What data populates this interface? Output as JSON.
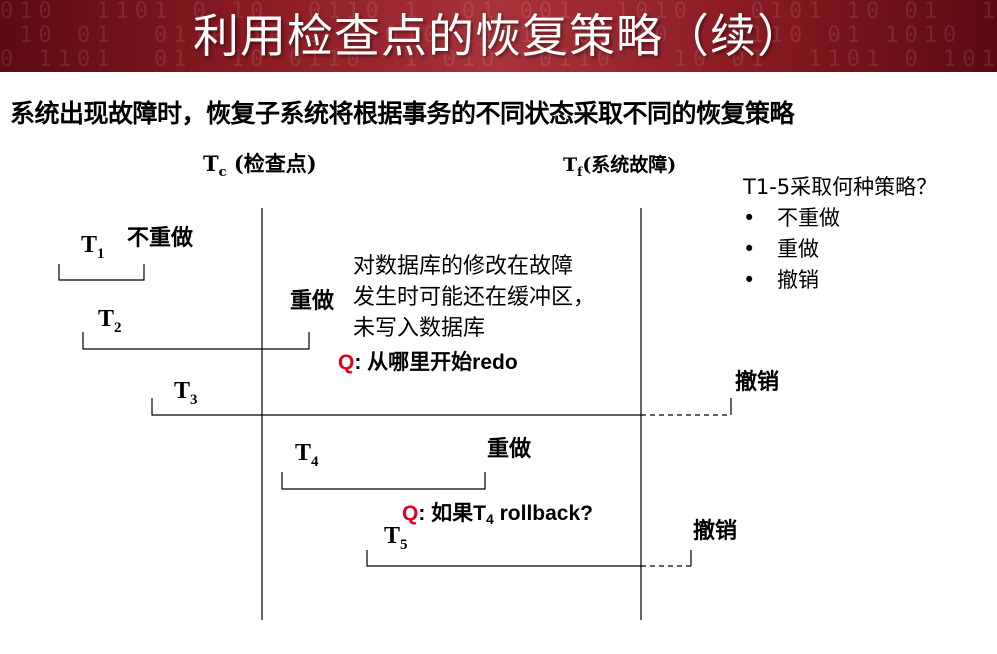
{
  "title": "利用检查点的恢复策略（续）",
  "subtitle": "系统出现故障时，恢复子系统将根据事务的不同状态采取不同的恢复策略",
  "checkpoint_label": {
    "main": "T",
    "sub": "c",
    "rest": " (检查点)"
  },
  "failure_label": {
    "main": "T",
    "sub": "f",
    "rest": "(系统故障)"
  },
  "transactions": [
    {
      "main": "T",
      "sub": "1",
      "action": "不重做"
    },
    {
      "main": "T",
      "sub": "2",
      "action": "重做"
    },
    {
      "main": "T",
      "sub": "3",
      "action": "撤销"
    },
    {
      "main": "T",
      "sub": "4",
      "action": "重做"
    },
    {
      "main": "T",
      "sub": "5",
      "action": "撤销"
    }
  ],
  "note_lines": [
    "对数据库的修改在故障",
    "发生时可能还在缓冲区，",
    "未写入数据库"
  ],
  "q1": {
    "q": "Q",
    "text": ": 从哪里开始redo"
  },
  "q2": {
    "q": "Q",
    "pre": ": 如果T",
    "sub": "4",
    "post": " rollback?"
  },
  "side_panel": {
    "question": "T1-5采取何种策略？",
    "options": [
      "不重做",
      "重做",
      "撤销"
    ]
  },
  "colors": {
    "banner": "#8a1a22",
    "accent_q": "#e0001b",
    "line": "#000000"
  }
}
